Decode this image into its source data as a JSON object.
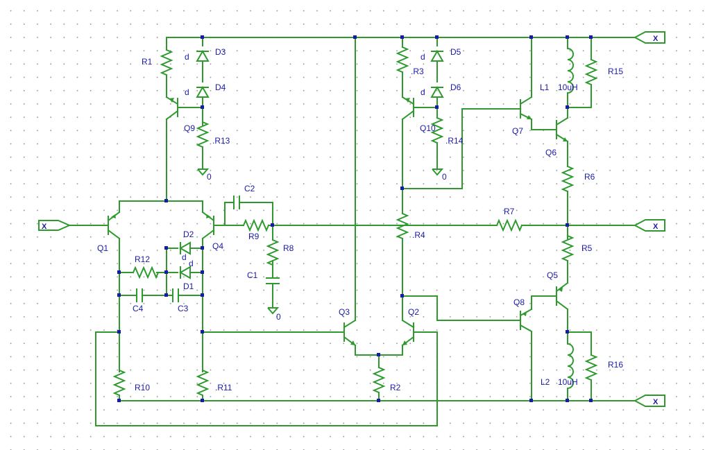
{
  "components": {
    "R1": "R1",
    "R2": "R2",
    "R3": ".R3",
    "R4": ".R4",
    "R5": "R5",
    "R6": "R6",
    "R7": "R7",
    "R8": "R8",
    "R9": "R9",
    "R10": "R10",
    "R11": ".R11",
    "R12": "R12",
    "R13": ".R13",
    "R14": ".R14",
    "R15": "R15",
    "R16": "R16",
    "C1": "C1",
    "C2": "C2",
    "C3": "C3",
    "C4": "C4",
    "D1": "D1",
    "D2": "D2",
    "D3": "D3",
    "D4": "D4",
    "D5": "D5",
    "D6": "D6",
    "Q1": "Q1",
    "Q2": "Q2",
    "Q3": "Q3",
    "Q4": "Q4",
    "Q5": "Q5",
    "Q6": "Q6",
    "Q7": "Q7",
    "Q8": "Q8",
    "Q9": "Q9",
    "Q10": "Q10",
    "L1": "L1",
    "L1_value": "10uH",
    "L2": "L2",
    "L2_value": "10uH"
  },
  "diode_model": "d",
  "ground_label": "0",
  "port_label": "X"
}
